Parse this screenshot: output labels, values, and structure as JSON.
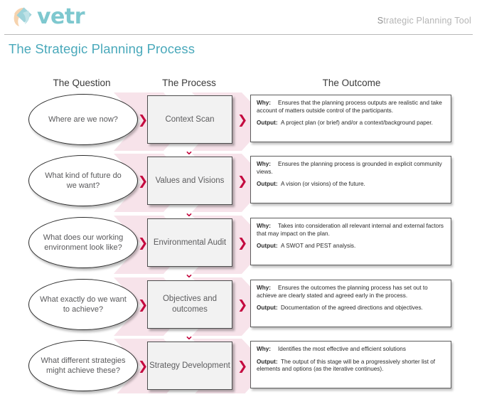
{
  "header": {
    "logo_text": "vetr",
    "logo_icon": "diamond-leaf-logo",
    "tool_label_cap": "S",
    "tool_label_rest": "trategic Planning Tool",
    "tool_label": "Strategic Planning Tool"
  },
  "page_title": "The Strategic Planning Process",
  "columns": {
    "question": "The Question",
    "process": "The Process",
    "outcome": "The Outcome"
  },
  "colors": {
    "brand_teal": "#7ec8cf",
    "title_teal": "#4aa9bb",
    "chevron_crimson": "#c4093f",
    "process_fill": "#f2f2f2",
    "bg_blush": "#f9e6ec"
  },
  "labels": {
    "why": "Why:",
    "output": "Output:"
  },
  "rows": [
    {
      "question": "Where are we now?",
      "process": "Context Scan",
      "why": "Ensures that the planning process outputs are realistic and take account of matters outside control of the participants.",
      "output": "A project plan (or brief) and/or a context/background paper."
    },
    {
      "question": "What kind of future do we want?",
      "process": "Values and Visions",
      "why": "Ensures the planning process is grounded in explicit community views.",
      "output": "A vision (or visions) of the future."
    },
    {
      "question": "What does our working environment look like?",
      "process": "Environmental Audit",
      "why": "Takes into consideration all relevant internal and external factors that may impact on the plan.",
      "output": "A SWOT and PEST analysis."
    },
    {
      "question": "What exactly do we want to achieve?",
      "process": "Objectives and outcomes",
      "why": "Ensures the outcomes the planning process has set out to achieve are clearly stated and agreed early in the process.",
      "output": "Documentation of the agreed directions and objectives."
    },
    {
      "question": "What different strategies might achieve these?",
      "process": "Strategy Development",
      "why": "Identifies the most effective and efficient solutions",
      "output": "The output of this stage will be a progressively shorter list of elements and options (as the iterative continues)."
    }
  ],
  "icons": {
    "arrow_right": "❯",
    "arrow_down": "⌄"
  }
}
